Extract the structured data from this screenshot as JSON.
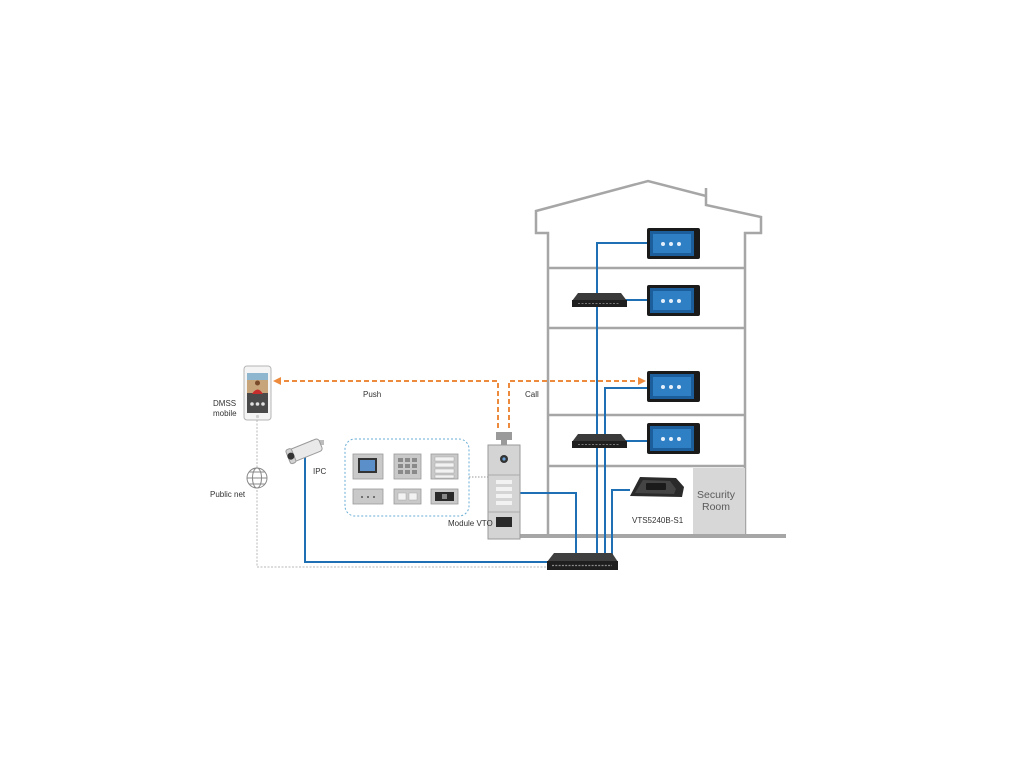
{
  "labels": {
    "dmss_line1": "DMSS",
    "dmss_line2": "mobile",
    "public_net": "Public net",
    "ipc": "IPC",
    "push": "Push",
    "call": "Call",
    "module_vto": "Module VTO",
    "vts": "VTS5240B-S1",
    "security_line1": "Security",
    "security_line2": "Room"
  },
  "colors": {
    "building": "#a6a6a6",
    "network_line": "#1f6fb5",
    "signal_line": "#ed8a3b",
    "public_line": "#b8b8b8",
    "module_border": "#6aaed6",
    "security_room": "#d7d7d7"
  },
  "icons": {
    "phone": "smartphone-icon",
    "globe": "globe-icon",
    "camera": "bullet-camera-icon",
    "switch": "network-switch-icon",
    "monitor": "indoor-monitor-icon",
    "station": "master-station-icon"
  }
}
